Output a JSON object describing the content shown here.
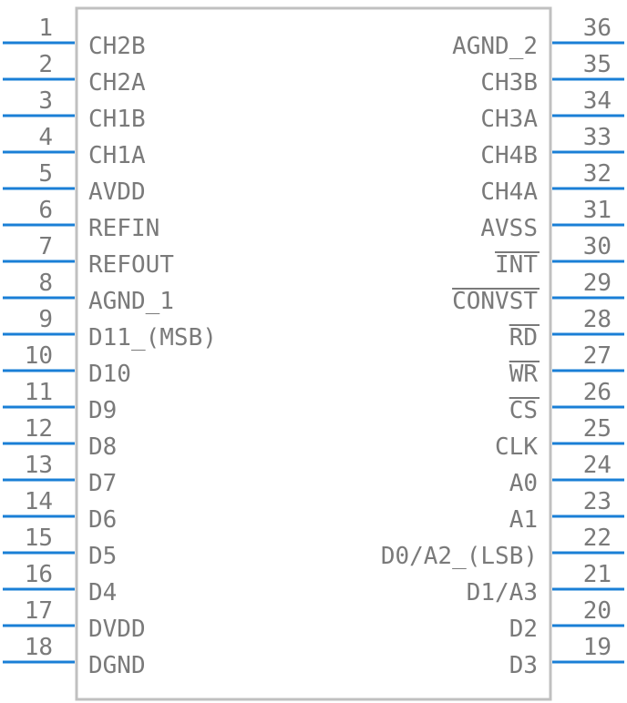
{
  "left_pins": [
    {
      "num": "1",
      "name": "CH2B"
    },
    {
      "num": "2",
      "name": "CH2A"
    },
    {
      "num": "3",
      "name": "CH1B"
    },
    {
      "num": "4",
      "name": "CH1A"
    },
    {
      "num": "5",
      "name": "AVDD"
    },
    {
      "num": "6",
      "name": "REFIN"
    },
    {
      "num": "7",
      "name": "REFOUT"
    },
    {
      "num": "8",
      "name": "AGND_1"
    },
    {
      "num": "9",
      "name": "D11_(MSB)"
    },
    {
      "num": "10",
      "name": "D10"
    },
    {
      "num": "11",
      "name": "D9"
    },
    {
      "num": "12",
      "name": "D8"
    },
    {
      "num": "13",
      "name": "D7"
    },
    {
      "num": "14",
      "name": "D6"
    },
    {
      "num": "15",
      "name": "D5"
    },
    {
      "num": "16",
      "name": "D4"
    },
    {
      "num": "17",
      "name": "DVDD"
    },
    {
      "num": "18",
      "name": "DGND"
    }
  ],
  "right_pins": [
    {
      "num": "36",
      "name": "AGND_2",
      "overbar": false
    },
    {
      "num": "35",
      "name": "CH3B",
      "overbar": false
    },
    {
      "num": "34",
      "name": "CH3A",
      "overbar": false
    },
    {
      "num": "33",
      "name": "CH4B",
      "overbar": false
    },
    {
      "num": "32",
      "name": "CH4A",
      "overbar": false
    },
    {
      "num": "31",
      "name": "AVSS",
      "overbar": false
    },
    {
      "num": "30",
      "name": "INT",
      "overbar": true
    },
    {
      "num": "29",
      "name": "CONVST",
      "overbar": true
    },
    {
      "num": "28",
      "name": "RD",
      "overbar": true
    },
    {
      "num": "27",
      "name": "WR",
      "overbar": true
    },
    {
      "num": "26",
      "name": "CS",
      "overbar": true
    },
    {
      "num": "25",
      "name": "CLK",
      "overbar": false
    },
    {
      "num": "24",
      "name": "A0",
      "overbar": false
    },
    {
      "num": "23",
      "name": "A1",
      "overbar": false
    },
    {
      "num": "22",
      "name": "D0/A2_(LSB)",
      "overbar": false
    },
    {
      "num": "21",
      "name": "D1/A3",
      "overbar": false
    },
    {
      "num": "20",
      "name": "D2",
      "overbar": false
    },
    {
      "num": "19",
      "name": "D3",
      "overbar": false
    }
  ],
  "colors": {
    "pin_line": "#1a7fd6",
    "body_outline": "#c0c0c0",
    "text": "#7a7a7a"
  }
}
